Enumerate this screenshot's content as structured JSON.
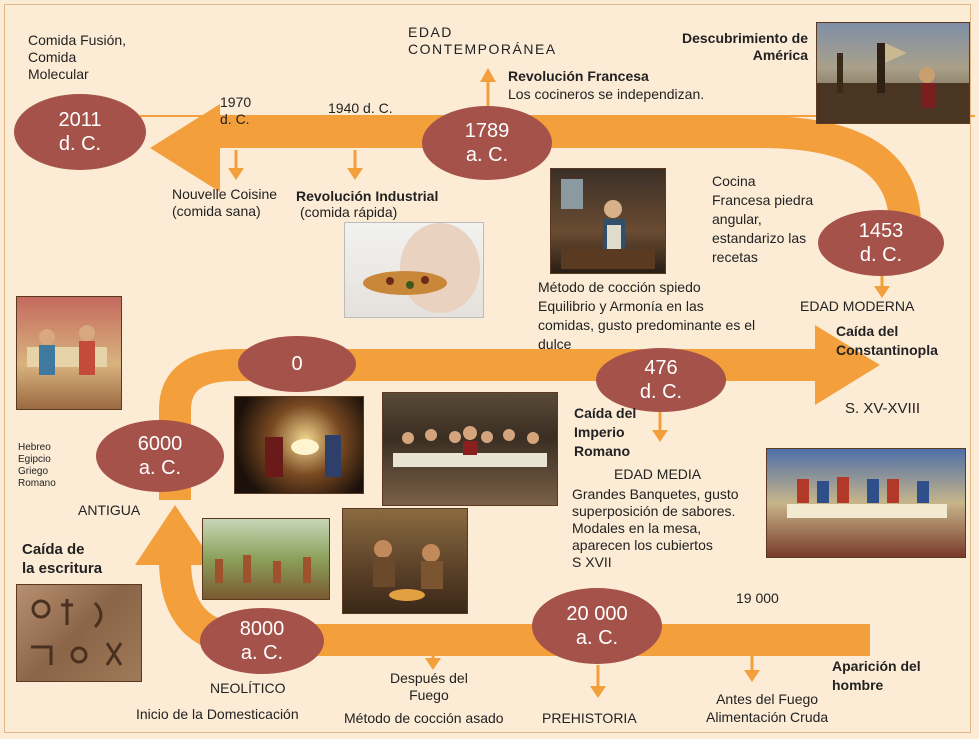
{
  "colors": {
    "background": "#fcecd6",
    "arrow": "#f3a03c",
    "ellipse": "#a5524a",
    "line": "#f3a03c"
  },
  "top": {
    "fusion": "Comida Fusión, Comida Molecular",
    "fusion_l1": "Comida Fusión,",
    "fusion_l2": "Comida",
    "fusion_l3": "Molecular",
    "edad_contemporanea_l1": "EDAD",
    "edad_contemporanea_l2": "CONTEMPORÁNEA",
    "rev_francesa": "Revolución Francesa",
    "rev_francesa_desc": "Los cocineros se independizan.",
    "descubrimiento_l1": "Descubrimiento de",
    "descubrimiento_l2": "América",
    "y1970_l1": "1970",
    "y1970_l2": "d. C.",
    "y1940": "1940 d. C."
  },
  "ellipses": {
    "e2011": [
      "2011",
      "d. C."
    ],
    "e1789": [
      "1789",
      "a. C."
    ],
    "e1453": [
      "1453",
      "d. C."
    ],
    "e0": [
      "0"
    ],
    "e476": [
      "476",
      "d. C."
    ],
    "e6000": [
      "6000",
      "a. C."
    ],
    "e8000": [
      "8000",
      "a. C."
    ],
    "e20000": [
      "20 000",
      "a. C."
    ]
  },
  "labels": {
    "nouvelle_l1": "Nouvelle Coisine",
    "nouvelle_l2": "(comida sana)",
    "rev_industrial": "Revolución Industrial",
    "rev_industrial_desc": "(comida rápida)",
    "cocina_l1": "Cocina",
    "cocina_l2": "Francesa piedra",
    "cocina_l3": "angular,",
    "cocina_l4": "estandarizo las",
    "cocina_l5": "recetas",
    "metodo_l1": "Método de cocción spiedo",
    "metodo_l2": "Equilibrio y Armonía en las",
    "metodo_l3": "comidas, gusto predominante es el",
    "metodo_l4": "dulce",
    "edad_moderna": "EDAD MODERNA",
    "caida_const_l1": "Caída del",
    "caida_const_l2": "Constantinopla",
    "siglos": "S. XV-XVIII",
    "hebreo": "Hebreo",
    "egipcio": "Egipcio",
    "griego": "Griego",
    "romano": "Romano",
    "antigua": "ANTIGUA",
    "caida_imperio_l1": "Caída del",
    "caida_imperio_l2": "Imperio",
    "caida_imperio_l3": "Romano",
    "edad_media": "EDAD MEDIA",
    "banquetes_l1": "Grandes Banquetes, gusto",
    "banquetes_l2": "superposición de sabores.",
    "banquetes_l3": "Modales en la mesa,",
    "banquetes_l4": "aparecen los cubiertos",
    "banquetes_l5": "S XVII",
    "caida_escritura_l1": "Caída de",
    "caida_escritura_l2": "la escritura",
    "y19000": "19 000",
    "neolitico": "NEOLÍTICO",
    "domesticacion": "Inicio de la Domesticación",
    "despues_l1": "Después del",
    "despues_l2": "Fuego",
    "asado": "Método de cocción asado",
    "prehistoria": "PREHISTORIA",
    "aparicion_l1": "Aparición del",
    "aparicion_l2": "hombre",
    "antes_l1": "Antes del Fuego",
    "antes_l2": "Alimentación Cruda"
  },
  "images": {
    "america": "painting of Columbus landing",
    "roman": "roman banquet painting",
    "pizza": "woman holding pizza",
    "cook": "medieval cook in kitchen",
    "nativity": "nativity painting",
    "supper": "last supper painting",
    "banquet": "medieval banquet illumination",
    "farming": "neolithic farming illustration",
    "cave": "cave people cooking",
    "hieroglyph": "hieroglyphic stone"
  }
}
